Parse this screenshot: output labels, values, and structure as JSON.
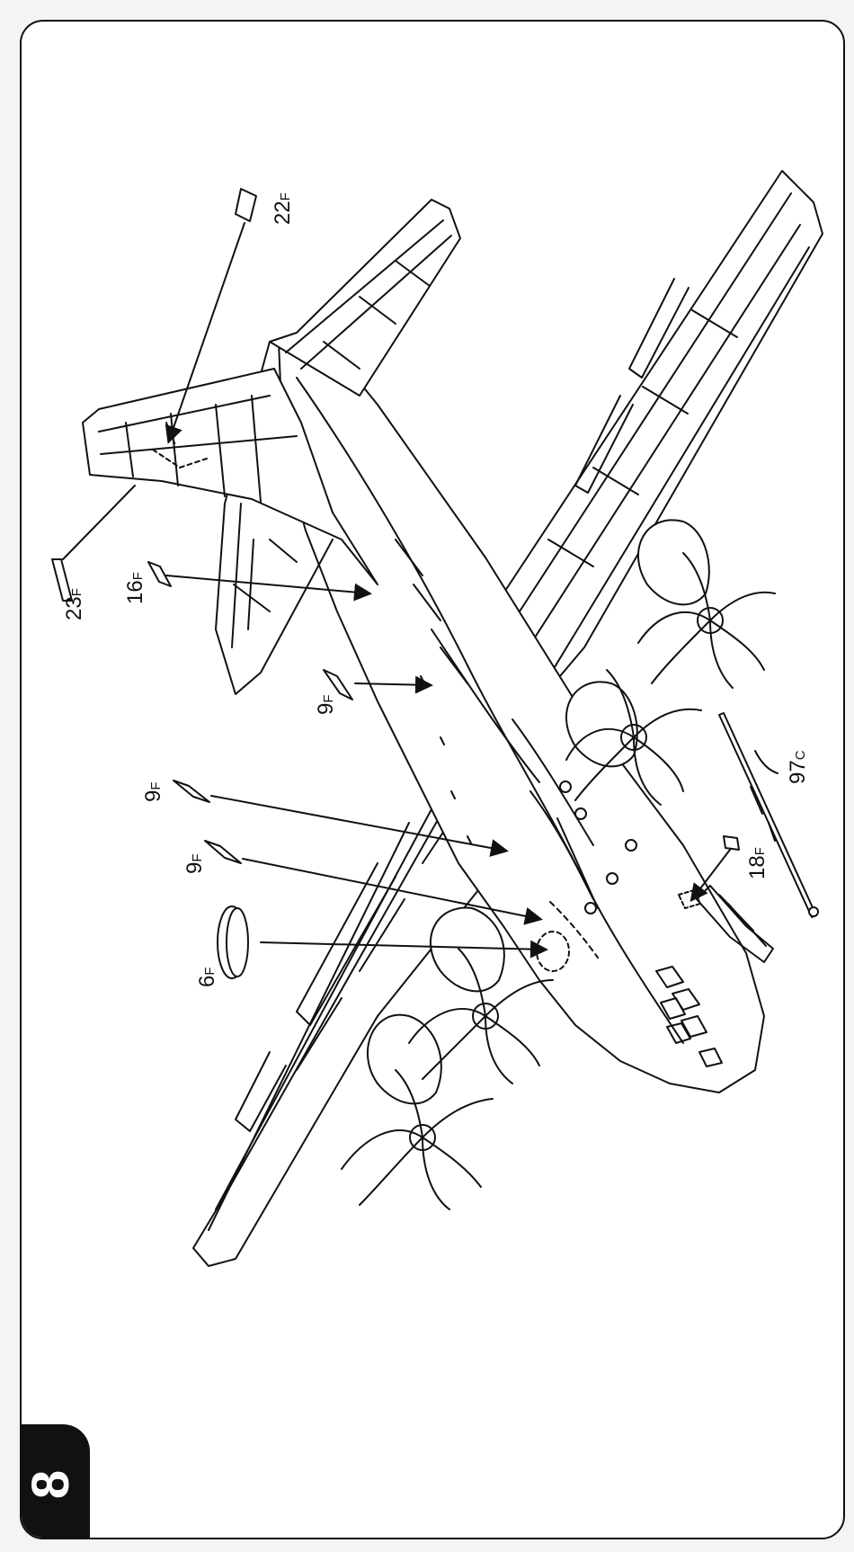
{
  "step": {
    "number": "8"
  },
  "parts": [
    {
      "id": "6",
      "suffix": "F"
    },
    {
      "id": "9",
      "suffix": "F"
    },
    {
      "id": "9",
      "suffix": "F"
    },
    {
      "id": "9",
      "suffix": "F"
    },
    {
      "id": "16",
      "suffix": "F"
    },
    {
      "id": "18",
      "suffix": "F"
    },
    {
      "id": "22",
      "suffix": "F"
    },
    {
      "id": "23",
      "suffix": "F"
    },
    {
      "id": "97",
      "suffix": "C"
    }
  ],
  "colors": {
    "line": "#111111",
    "paper": "#ffffff",
    "tab": "#111111"
  }
}
